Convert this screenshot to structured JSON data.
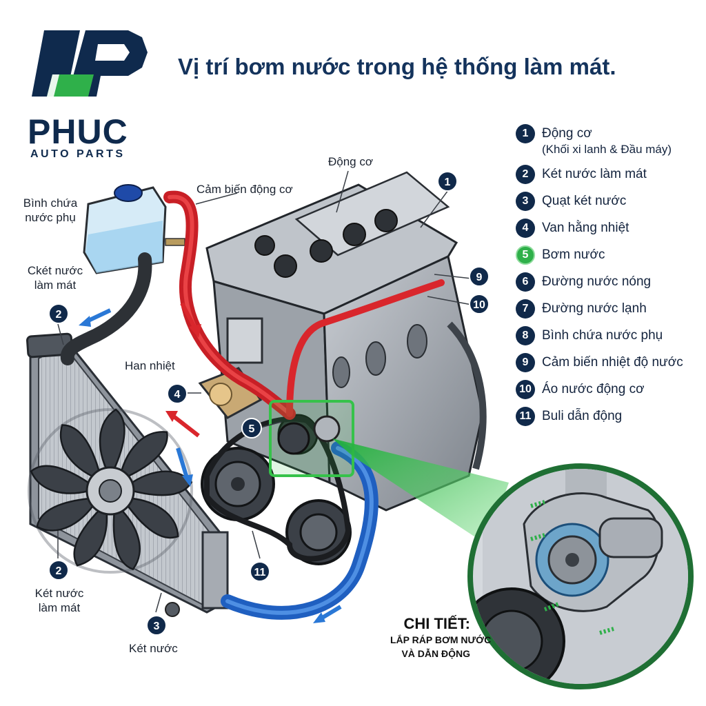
{
  "brand": {
    "name": "PHUC",
    "subtitle": "AUTO PARTS",
    "colors": {
      "navy": "#0f2a4d",
      "green": "#2fb04a"
    }
  },
  "title": "Vị trí bơm nước trong hệ thống làm mát.",
  "legend": [
    {
      "num": "1",
      "label": "Động cơ",
      "sub": "(Khối xi lanh & Đầu máy)"
    },
    {
      "num": "2",
      "label": "Két nước làm mát"
    },
    {
      "num": "3",
      "label": "Quạt két nước"
    },
    {
      "num": "4",
      "label": "Van hằng nhiệt"
    },
    {
      "num": "5",
      "label": "Bơm nước",
      "highlight": true
    },
    {
      "num": "6",
      "label": "Đường nước nóng"
    },
    {
      "num": "7",
      "label": "Đường nước lạnh"
    },
    {
      "num": "8",
      "label": "Bình chứa nước phụ"
    },
    {
      "num": "9",
      "label": "Cảm biến nhiệt độ nước"
    },
    {
      "num": "10",
      "label": "Áo nước động cơ"
    },
    {
      "num": "11",
      "label": "Buli dẫn động"
    }
  ],
  "labels": {
    "engine": "Động cơ",
    "sensor": "Cảm biến động cơ",
    "reservoir_1": "Bình chứa",
    "reservoir_2": "nước phụ",
    "radiator_top_1": "Ckét nước",
    "radiator_top_2": "làm mát",
    "thermostat": "Han nhiệt",
    "radiator_bottom_1": "Két nước",
    "radiator_bottom_2": "làm mát",
    "fan": "Két nước"
  },
  "callouts": {
    "c1": "1",
    "c2a": "2",
    "c2b": "2",
    "c3": "3",
    "c4": "4",
    "c5": "5",
    "c9": "9",
    "c10": "10",
    "c11": "11"
  },
  "detail": {
    "heading": "CHI TIẾT:",
    "line1": "LẮP RÁP BƠM NƯỚC",
    "line2": "VÀ DẪN ĐỘNG"
  },
  "colors": {
    "hot": "#d9262c",
    "cold": "#2a78d6",
    "highlight": "#36c24a",
    "engine": "#9aa0a8",
    "radiator": "#b7bcc3"
  }
}
